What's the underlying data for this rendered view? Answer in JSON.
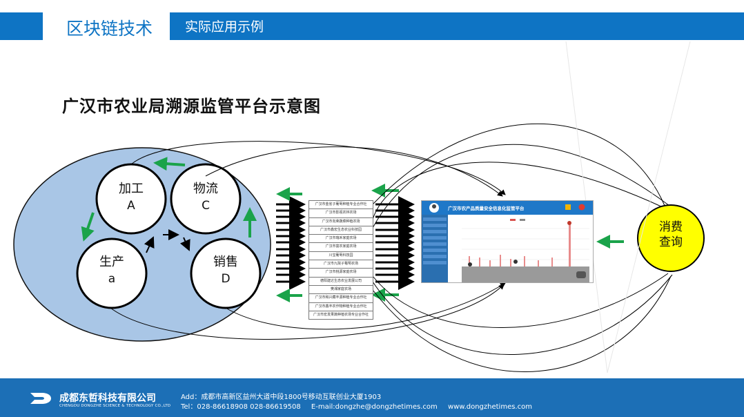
{
  "header": {
    "title": "区块链技术",
    "subtitle": "实际应用示例"
  },
  "page_title": "广汉市农业局溯源监管平台示意图",
  "circles": [
    {
      "zh": "加工",
      "en": "A"
    },
    {
      "zh": "物流",
      "en": "C"
    },
    {
      "zh": "生产",
      "en": "a"
    },
    {
      "zh": "销售",
      "en": "D"
    }
  ],
  "list_items": [
    "广汉市金雀子葡萄种植专业合作社",
    "广汉市影视农林农场",
    "广汉市向荣蔬菜种植农场",
    "广汉市鑫宏生态农业科技园",
    "广汉市瑞禾家庭农场",
    "广汉市富农家庭农场",
    "川宝葡萄科技园",
    "广汉市九院子葡萄农场",
    "广汉市桃源家庭农场",
    "德阳建达生态农业发展公司",
    "樊湘家庭农场",
    "广汉市和兴藏丰源种植专业合作社",
    "广汉市鑫丰农作物种植专业合作社",
    "广汉市宏发果蔬种植农场专业合作社"
  ],
  "screen": {
    "title": "广汉市农产品质量安全信息化监管平台"
  },
  "consumer": {
    "line1": "消费",
    "line2": "查询"
  },
  "footer": {
    "company": "成都东哲科技有限公司",
    "company_en": "CHENGDU DONGZHE SCIENCE & TECHNOLOGY CO.,LTD",
    "address": "Add：成都市高新区益州大道中段1800号移动互联创业大厦1903",
    "tel": "Tel：028-86618908   028-86619508",
    "email": "E-mail:dongzhe@dongzhetimes.com",
    "web": "www.dongzhetimes.com"
  },
  "colors": {
    "brand_blue": "#0e74c4",
    "footer_blue": "#1c6fb6",
    "ellipse_fill": "#a9c6e6",
    "arrow_green": "#1aa34a",
    "consumer_yellow": "#ffff00"
  }
}
